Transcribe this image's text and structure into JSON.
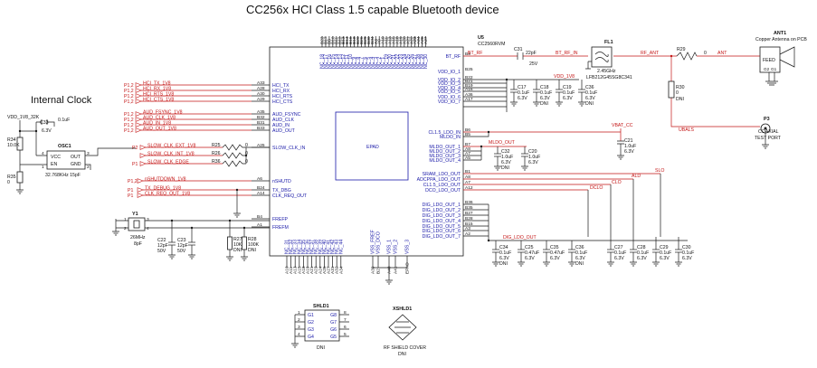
{
  "title": "CC256x HCI Class 1.5 capable Bluetooth device",
  "section_internal_clock": "Internal Clock",
  "u5": {
    "ref": "U5",
    "part": "CC2560RVM",
    "epad_label": "EPAD",
    "left_pins": [
      {
        "num": "A33",
        "name": "HCI_TX"
      },
      {
        "num": "A28",
        "name": "HCI_RX"
      },
      {
        "num": "A30",
        "name": "HCI_RTS"
      },
      {
        "num": "A29",
        "name": "HCI_CTS"
      },
      {
        "num": "A35",
        "name": "AUD_FSYNC"
      },
      {
        "num": "B32",
        "name": "AUD_CLK"
      },
      {
        "num": "B31",
        "name": "AUD_IN"
      },
      {
        "num": "B33",
        "name": "AUD_OUT"
      },
      {
        "num": "A25",
        "name": "SLOW_CLK_IN"
      },
      {
        "num": "A6",
        "name": "nSHUTD"
      },
      {
        "num": "B24",
        "name": "TX_DBG"
      },
      {
        "num": "A14",
        "name": "CLK_REQ_OUT"
      },
      {
        "num": "B4",
        "name": "FREFP"
      },
      {
        "num": "A1",
        "name": "FREFM"
      }
    ],
    "right_pins": [
      {
        "num": "B8",
        "name": "BT_RF"
      },
      {
        "num": "B25",
        "name": "VDD_IO_1"
      },
      {
        "num": "B22",
        "name": "VDD_IO_2"
      },
      {
        "num": "B21",
        "name": "VDD_IO_3"
      },
      {
        "num": "B19",
        "name": "VDD_IO_4"
      },
      {
        "num": "A16",
        "name": "VDD_IO_5"
      },
      {
        "num": "A36",
        "name": "VDD_IO_6"
      },
      {
        "num": "A17",
        "name": "VDD_IO_7"
      },
      {
        "num": "B6",
        "name": "CL1.5_LDO_IN"
      },
      {
        "num": "B5",
        "name": "MLDO_IN"
      },
      {
        "num": "B7",
        "name": "MLDO_OUT_1"
      },
      {
        "num": "A8",
        "name": "MLDO_OUT_2"
      },
      {
        "num": "A7",
        "name": "MLDO_OUT_3"
      },
      {
        "num": "A5",
        "name": "MLDO_OUT_4"
      },
      {
        "num": "B1",
        "name": "SRAM_LDO_OUT"
      },
      {
        "num": "A8",
        "name": "ADCPPA_LDO_OUT"
      },
      {
        "num": "A7",
        "name": "CL1.5_LDO_OUT"
      },
      {
        "num": "A12",
        "name": "DCO_LDO_OUT"
      },
      {
        "num": "B36",
        "name": "DIG_LDO_OUT_1"
      },
      {
        "num": "B35",
        "name": "DIG_LDO_OUT_2"
      },
      {
        "num": "B27",
        "name": "DIG_LDO_OUT_3"
      },
      {
        "num": "B28",
        "name": "DIG_LDO_OUT_4"
      },
      {
        "num": "B15",
        "name": "DIG_LDO_OUT_5"
      },
      {
        "num": "A3",
        "name": "DIG_LDO_OUT_6"
      },
      {
        "num": "A2",
        "name": "DIG_LDO_OUT_7"
      }
    ],
    "top_pins": [
      "B23",
      "B17",
      "B9",
      "B10",
      "B11",
      "B12",
      "B13",
      "B14",
      "B16",
      "B18",
      "B20",
      "B26",
      "B29",
      "B30",
      "B34",
      "A4",
      "A9",
      "A10",
      "A11",
      "A13",
      "A15",
      "A18",
      "A19",
      "A20",
      "A21",
      "A22",
      "A23",
      "A24",
      "A26",
      "A27",
      "A31",
      "A32",
      "A34",
      "A37",
      "A38",
      "A39"
    ],
    "top_pin_names": [
      "NC_18",
      "NC_17",
      "NC_16",
      "NC_15",
      "NC_14",
      "NC_13",
      "NC_12",
      "NC_11",
      "NC_10",
      "NC_9",
      "NC_8",
      "NC_7",
      "NC_6",
      "NC_5",
      "NC_4",
      "NC_3",
      "NC_2",
      "NC_1",
      "NC_19",
      "NC_20",
      "NC_21",
      "NC_22",
      "NC_23",
      "NC_24",
      "NC_25",
      "NC_26",
      "NC_27",
      "NC_28",
      "NC_29",
      "NC_30"
    ],
    "bottom_pin_names": [
      "NC_31",
      "NC_32",
      "NC_33",
      "NC_34",
      "NC_35",
      "NC_36",
      "NC_37",
      "NC_38",
      "NC_39",
      "NC_40",
      "NC_41",
      "NC_42",
      "NC_43",
      "NC_44",
      "VSS_FREF",
      "VSS_DCO",
      "VSS_1",
      "VSS_2",
      "VSS_3"
    ],
    "bottom_pin_nums": [
      "A10",
      "A11",
      "A13",
      "A15",
      "A18",
      "A19",
      "A21",
      "A23",
      "A24",
      "A26",
      "A27",
      "A31",
      "A32",
      "A34",
      "A39",
      "B2",
      "A40",
      "A41",
      "EPAD"
    ]
  },
  "left_nets": [
    {
      "tag": "P1,2",
      "label": "HCI_TX_1V8"
    },
    {
      "tag": "P1,2",
      "label": "HCI_RX_1V8"
    },
    {
      "tag": "P1,2",
      "label": "HCI_RTS_1V8"
    },
    {
      "tag": "P1,2",
      "label": "HCI_CTS_1V8"
    },
    {
      "tag": "P1,2",
      "label": "AUD_FSYNC_1V8"
    },
    {
      "tag": "P1,2",
      "label": "AUD_CLK_1V8"
    },
    {
      "tag": "P1,2",
      "label": "AUD_IN_1V8"
    },
    {
      "tag": "P1,2",
      "label": "AUD_OUT_1V8"
    }
  ],
  "slow_clk_nets": [
    {
      "tag": "P2",
      "label": "SLOW_CLK_EXT_1V8",
      "res": "R25",
      "val": "0"
    },
    {
      "tag": "",
      "label": "SLOW_CLK_INT_1V8",
      "res": "R26",
      "val": "0"
    },
    {
      "tag": "P1",
      "label": "SLOW_CLK_EDGE",
      "res": "R36",
      "val": "0"
    }
  ],
  "misc_nets": [
    {
      "tag": "P1,2",
      "label": "nSHUTDOWN_1V8"
    },
    {
      "tag": "P1",
      "label": "TX_DEBUG_1V8"
    },
    {
      "tag": "P1",
      "label": "CLK_REQ_OUT_1V8"
    }
  ],
  "osc": {
    "ref": "OSC1",
    "pin_vcc": "VCC",
    "pin_out": "OUT",
    "pin_en": "EN",
    "pin_gnd": "GND",
    "pins": [
      "4",
      "3",
      "1",
      "2"
    ],
    "desc": "32.768KHz 15pF",
    "supply": "VDD_1V8_32K",
    "r34": "R34",
    "r34_val": "10.0K",
    "r35": "R35",
    "r35_val": "0",
    "c33": "C33",
    "c33_val": "0.1uF",
    "c33_v": "6.3V"
  },
  "xtal": {
    "ref": "Y1",
    "freq": "26MHz",
    "load": "8pF",
    "pins": [
      "1",
      "2",
      "3",
      "4"
    ],
    "caps": [
      {
        "ref": "C22",
        "val": "12pF",
        "v": "50V"
      },
      {
        "ref": "C23",
        "val": "12pF",
        "v": "50V"
      }
    ],
    "res": [
      {
        "ref": "R27",
        "val": "10K",
        "dni": "DNI"
      },
      {
        "ref": "R28",
        "val": "100K",
        "dni": "DNI"
      }
    ]
  },
  "rf": {
    "bt_rf": "BT_RF",
    "c31": "C31",
    "c31_val": "22pF",
    "c31_v": "25V",
    "bt_rf_in": "BT_RF_IN",
    "fl1": "FL1",
    "fl1_desc": "2.45GHz",
    "fl1_part": "LFB212G45SG8C341",
    "rf_ant": "RF_ANT",
    "r29": "R29",
    "r29_val": "0",
    "ant": "ANT",
    "r30": "R30",
    "r30_val": "0",
    "r30_dni": "DNI",
    "ant1": "ANT1",
    "ant1_desc": "Copper Antenna on PCB",
    "feed": "FEED",
    "g1": "G1",
    "g2": "G2",
    "ubals": "UBALS",
    "p3": "P3",
    "p3_desc1": "COAXIAL",
    "p3_desc2": "TEST PORT"
  },
  "vdd_io": {
    "label": "VDD_1V8",
    "caps": [
      {
        "ref": "C17",
        "val": "0.1uF",
        "v": "6.3V",
        "dni": ""
      },
      {
        "ref": "C18",
        "val": "0.1uF",
        "v": "6.3V",
        "dni": "DNI"
      },
      {
        "ref": "C19",
        "val": "0.1uF",
        "v": "6.3V",
        "dni": ""
      },
      {
        "ref": "C36",
        "val": "0.1uF",
        "v": "6.3V",
        "dni": "DNI"
      }
    ]
  },
  "vbat": {
    "label": "VBAT_CC",
    "c21": "C21",
    "c21_val": "1.0uF",
    "c21_v": "6.3V"
  },
  "mldo": {
    "label": "MLDO_OUT",
    "caps": [
      {
        "ref": "C32",
        "val": "1.0uF",
        "v": "6.3V",
        "dni": "DNI"
      },
      {
        "ref": "C20",
        "val": "1.0uF",
        "v": "6.3V",
        "dni": ""
      }
    ]
  },
  "ldo_nets": [
    "SLO",
    "ALD",
    "CLO",
    "DCLO"
  ],
  "dig_ldo": {
    "label": "DIG_LDO_OUT",
    "caps": [
      {
        "ref": "C34",
        "val": "0.1uF",
        "v": "6.3V",
        "dni": "DNI"
      },
      {
        "ref": "C25",
        "val": "0.47uF",
        "v": "6.3V",
        "dni": ""
      },
      {
        "ref": "C35",
        "val": "0.47uF",
        "v": "6.3V",
        "dni": ""
      },
      {
        "ref": "C36",
        "val": "0.1uF",
        "v": "6.3V",
        "dni": "DNI"
      },
      {
        "ref": "C27",
        "val": "0.1uF",
        "v": "6.3V",
        "dni": ""
      },
      {
        "ref": "C28",
        "val": "0.1uF",
        "v": "6.3V",
        "dni": ""
      },
      {
        "ref": "C29",
        "val": "0.1uF",
        "v": "6.3V",
        "dni": ""
      },
      {
        "ref": "C30",
        "val": "0.1uF",
        "v": "6.3V",
        "dni": ""
      }
    ]
  },
  "shld1": {
    "ref": "SHLD1",
    "pins_left": [
      "1",
      "2",
      "3",
      "4"
    ],
    "pins_right": [
      "8",
      "7",
      "6",
      "5"
    ],
    "names_left": [
      "G1",
      "G2",
      "G3",
      "G4"
    ],
    "names_right": [
      "G8",
      "G7",
      "G6",
      "G5"
    ],
    "dni": "DNI"
  },
  "xshld1": {
    "ref": "XSHLD1",
    "desc": "RF SHIELD COVER",
    "dni": "DNI"
  }
}
